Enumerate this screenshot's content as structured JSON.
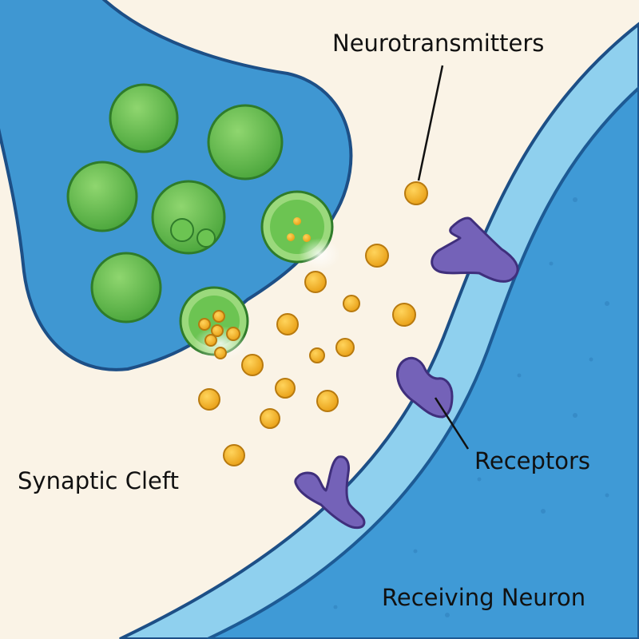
{
  "labels": {
    "neurotransmitters": "Neurotransmitters",
    "synaptic_cleft": "Synaptic Cleft",
    "receptors": "Receptors",
    "receiving_neuron": "Receiving Neuron"
  },
  "colors": {
    "background": "#faf3e6",
    "presynaptic_terminal": "#3f97d2",
    "terminal_outline": "#1d4f86",
    "membrane_band": "#8fd0ee",
    "receiving_neuron": "#3f9ad6",
    "vesicle": "#5cb94a",
    "neurotransmitter": "#f0b52a",
    "receptor": "#7462b8"
  }
}
